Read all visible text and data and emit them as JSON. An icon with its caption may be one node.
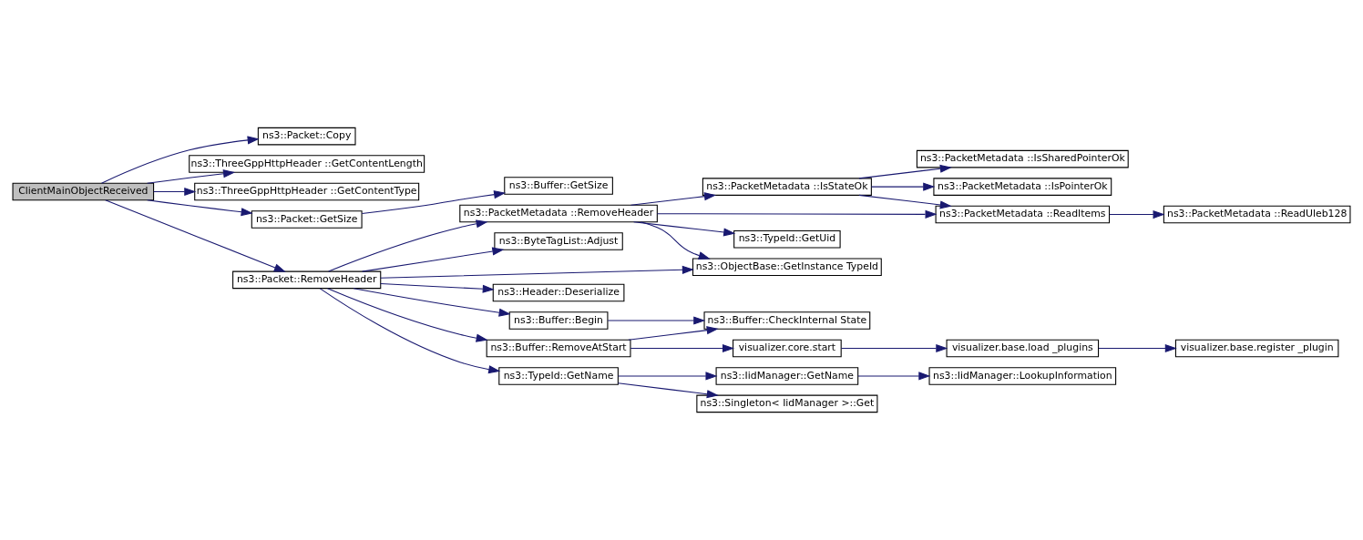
{
  "diagram": {
    "nodes": [
      {
        "text": [
          "ClientMainObjectReceived"
        ]
      },
      {
        "text": [
          "ns3::Packet::Copy"
        ]
      },
      {
        "text": [
          "ns3::ThreeGppHttpHeader ::GetContentLength"
        ]
      },
      {
        "text": [
          "ns3::ThreeGppHttpHeader ::GetContentType"
        ]
      },
      {
        "text": [
          "ns3::Packet::GetSize"
        ]
      },
      {
        "text": [
          "ns3::Packet::RemoveHeader"
        ]
      },
      {
        "text": [
          "ns3::Buffer::GetSize"
        ]
      },
      {
        "text": [
          "ns3::PacketMetadata ::RemoveHeader"
        ]
      },
      {
        "text": [
          "ns3::ByteTagList::Adjust"
        ]
      },
      {
        "text": [
          "ns3::ObjectBase::GetInstance TypeId"
        ]
      },
      {
        "text": [
          "ns3::Header::Deserialize"
        ]
      },
      {
        "text": [
          "ns3::Buffer::Begin"
        ]
      },
      {
        "text": [
          "ns3::Buffer::CheckInternal State"
        ]
      },
      {
        "text": [
          "ns3::Buffer::RemoveAtStart"
        ]
      },
      {
        "text": [
          "visualizer.core.start"
        ]
      },
      {
        "text": [
          "visualizer.base.load _plugins"
        ]
      },
      {
        "text": [
          "visualizer.base.register _plugin"
        ]
      },
      {
        "text": [
          "ns3::TypeId::GetName"
        ]
      },
      {
        "text": [
          "ns3::IidManager::GetName"
        ]
      },
      {
        "text": [
          "ns3::IidManager::LookupInformation"
        ]
      },
      {
        "text": [
          "ns3::Singleton< IidManager >::Get"
        ]
      },
      {
        "text": [
          "ns3::PacketMetadata ::IsStateOk"
        ]
      },
      {
        "text": [
          "ns3::PacketMetadata ::IsSharedPointerOk"
        ]
      },
      {
        "text": [
          "ns3::PacketMetadata ::IsPointerOk"
        ]
      },
      {
        "text": [
          "ns3::PacketMetadata ::ReadItems"
        ]
      },
      {
        "text": [
          "ns3::PacketMetadata ::ReadUleb128"
        ]
      },
      {
        "text": [
          "ns3::TypeId::GetUid"
        ]
      }
    ],
    "edges": [
      {
        "from": 0,
        "to": 1,
        "arrow": "to"
      },
      {
        "from": 0,
        "to": 2,
        "arrow": "to"
      },
      {
        "from": 0,
        "to": 3,
        "arrow": "to"
      },
      {
        "from": 0,
        "to": 4,
        "arrow": "to"
      },
      {
        "from": 0,
        "to": 5,
        "arrow": "to"
      },
      {
        "from": 4,
        "to": 6,
        "arrow": "to"
      },
      {
        "from": 5,
        "to": 7,
        "arrow": "to"
      },
      {
        "from": 5,
        "to": 8,
        "arrow": "to"
      },
      {
        "from": 5,
        "to": 9,
        "arrow": "to"
      },
      {
        "from": 5,
        "to": 10,
        "arrow": "to"
      },
      {
        "from": 5,
        "to": 11,
        "arrow": "to"
      },
      {
        "from": 5,
        "to": 13,
        "arrow": "to"
      },
      {
        "from": 5,
        "to": 17,
        "arrow": "to"
      },
      {
        "from": 7,
        "to": 21,
        "arrow": "to"
      },
      {
        "from": 7,
        "to": 24,
        "arrow": "to"
      },
      {
        "from": 7,
        "to": 26,
        "arrow": "to"
      },
      {
        "from": 7,
        "to": 9,
        "arrow": "to"
      },
      {
        "from": 21,
        "to": 22,
        "arrow": "to"
      },
      {
        "from": 21,
        "to": 23,
        "arrow": "to"
      },
      {
        "from": 21,
        "to": 24,
        "arrow": "to"
      },
      {
        "from": 24,
        "to": 25,
        "arrow": "to"
      },
      {
        "from": 11,
        "to": 12,
        "arrow": "to"
      },
      {
        "from": 13,
        "to": 12,
        "arrow": "to"
      },
      {
        "from": 13,
        "to": 14,
        "arrow": "to"
      },
      {
        "from": 14,
        "to": 15,
        "arrow": "to"
      },
      {
        "from": 15,
        "to": 16,
        "arrow": "to"
      },
      {
        "from": 17,
        "to": 18,
        "arrow": "to"
      },
      {
        "from": 17,
        "to": 20,
        "arrow": "to"
      },
      {
        "from": 18,
        "to": 19,
        "arrow": "to"
      }
    ]
  }
}
